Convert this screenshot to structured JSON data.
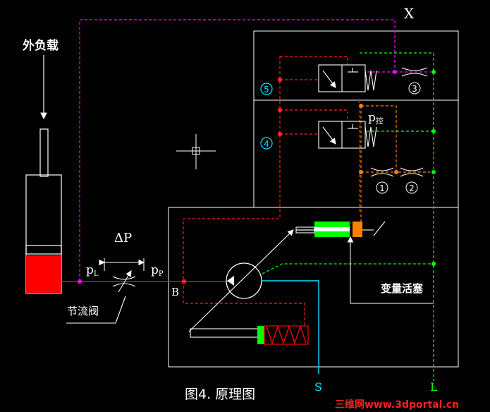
{
  "labels": {
    "external_load": "外负载",
    "x_port": "X",
    "delta_p": "ΔP",
    "p_l": "p",
    "p_l_sub": "L",
    "p_p": "p",
    "p_p_sub": "P",
    "p_control": "p",
    "p_control_sub": "控",
    "node_b": "B",
    "throttle_valve": "节流阀",
    "variable_piston": "变量活塞",
    "caption": "图4. 原理图",
    "port_s": "S",
    "port_l": "L",
    "valve_5": "5",
    "valve_4": "4",
    "orifice_1": "1",
    "orifice_2": "2",
    "orifice_3": "3",
    "watermark": "三维网www.3dportal.cn"
  },
  "colors": {
    "background": "#000000",
    "frame": "#ffffff",
    "pressure_line": "#ff0000",
    "pilot_dashed": "#ff2020",
    "load_sense": "#ff00ff",
    "drain": "#00ff00",
    "control": "#ff8000",
    "suction": "#00e5ff",
    "valve_id": "#00e5ff",
    "piston_body": "#00ff00",
    "spring": "#ff0000",
    "watermark": "#ff2020"
  }
}
